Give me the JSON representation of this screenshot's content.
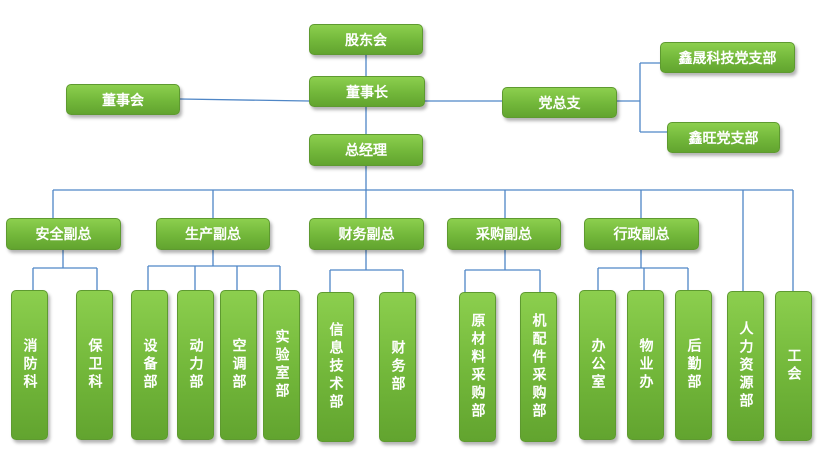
{
  "nodes": {
    "shareholders": "股东会",
    "chairman": "董事长",
    "board": "董事会",
    "party_branch": "党总支",
    "xinsheng_branch": "鑫晟科技党支部",
    "xinwang_branch": "鑫旺党支部",
    "general_manager": "总经理",
    "vp_safety": "安全副总",
    "vp_production": "生产副总",
    "vp_finance": "财务副总",
    "vp_procurement": "采购副总",
    "vp_admin": "行政副总",
    "dept_fire": "消防科",
    "dept_security": "保卫科",
    "dept_equipment": "设备部",
    "dept_power": "动力部",
    "dept_air": "空调部",
    "dept_lab": "实验室部",
    "dept_it": "信息技术部",
    "dept_finance": "财务部",
    "dept_raw": "原材料采购部",
    "dept_parts": "机配件采购部",
    "dept_office": "办公室",
    "dept_property": "物业办",
    "dept_logistics": "后勤部",
    "dept_hr": "人力资源部",
    "dept_union": "工会"
  }
}
